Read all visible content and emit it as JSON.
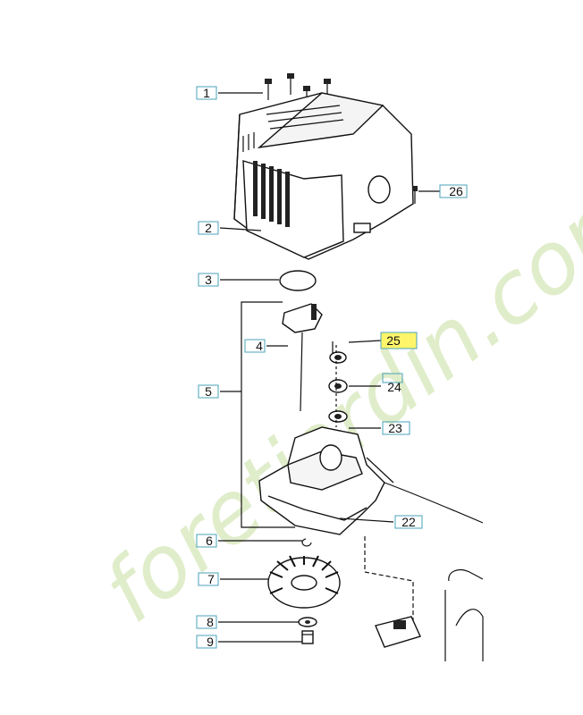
{
  "watermark": {
    "text": "foretjardin.com",
    "color": "#c8dfa0"
  },
  "callouts": [
    {
      "id": "1",
      "label": "1"
    },
    {
      "id": "2",
      "label": "2"
    },
    {
      "id": "3",
      "label": "3"
    },
    {
      "id": "4",
      "label": "4"
    },
    {
      "id": "5",
      "label": "5"
    },
    {
      "id": "6",
      "label": "6"
    },
    {
      "id": "7",
      "label": "7"
    },
    {
      "id": "8",
      "label": "8"
    },
    {
      "id": "9",
      "label": "9"
    },
    {
      "id": "22",
      "label": "22"
    },
    {
      "id": "23",
      "label": "23"
    },
    {
      "id": "24",
      "label": "24"
    },
    {
      "id": "25",
      "label": "25",
      "highlighted": true,
      "highlight_color": "#fff56a"
    },
    {
      "id": "26",
      "label": "26"
    }
  ]
}
